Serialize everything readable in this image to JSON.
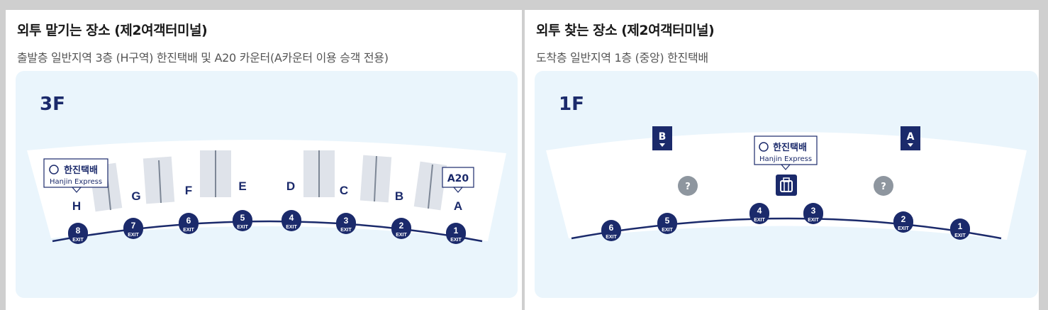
{
  "left": {
    "title": "외투 맡기는 장소 (제2여객터미널)",
    "subtitle": "출발층 일반지역 3층 (H구역) 한진택배 및 A20 카운터(A카운터 이용 승객 전용)",
    "floor": "3F",
    "counters": [
      "H",
      "G",
      "F",
      "E",
      "D",
      "C",
      "B",
      "A"
    ],
    "exits": [
      "8",
      "7",
      "6",
      "5",
      "4",
      "3",
      "2",
      "1"
    ],
    "exit_label": "EXIT",
    "hanjin_logo": "한진택배",
    "hanjin_name": "Hanjin Express",
    "a20_label": "A20"
  },
  "right": {
    "title": "외투 찾는 장소 (제2여객터미널)",
    "subtitle": "도착층 일반지역 1층 (중앙) 한진택배",
    "floor": "1F",
    "gates": [
      "B",
      "A"
    ],
    "exits": [
      "6",
      "5",
      "4",
      "3",
      "2",
      "1"
    ],
    "exit_label": "EXIT",
    "hanjin_logo": "한진택배",
    "hanjin_name": "Hanjin Express",
    "info_symbol": "?"
  },
  "colors": {
    "navy": "#1b2a6b",
    "map_bg": "#eaf5fc",
    "floor_area": "#ffffff",
    "escalator": "#dfe3ea",
    "info_grey": "#8e969f"
  }
}
